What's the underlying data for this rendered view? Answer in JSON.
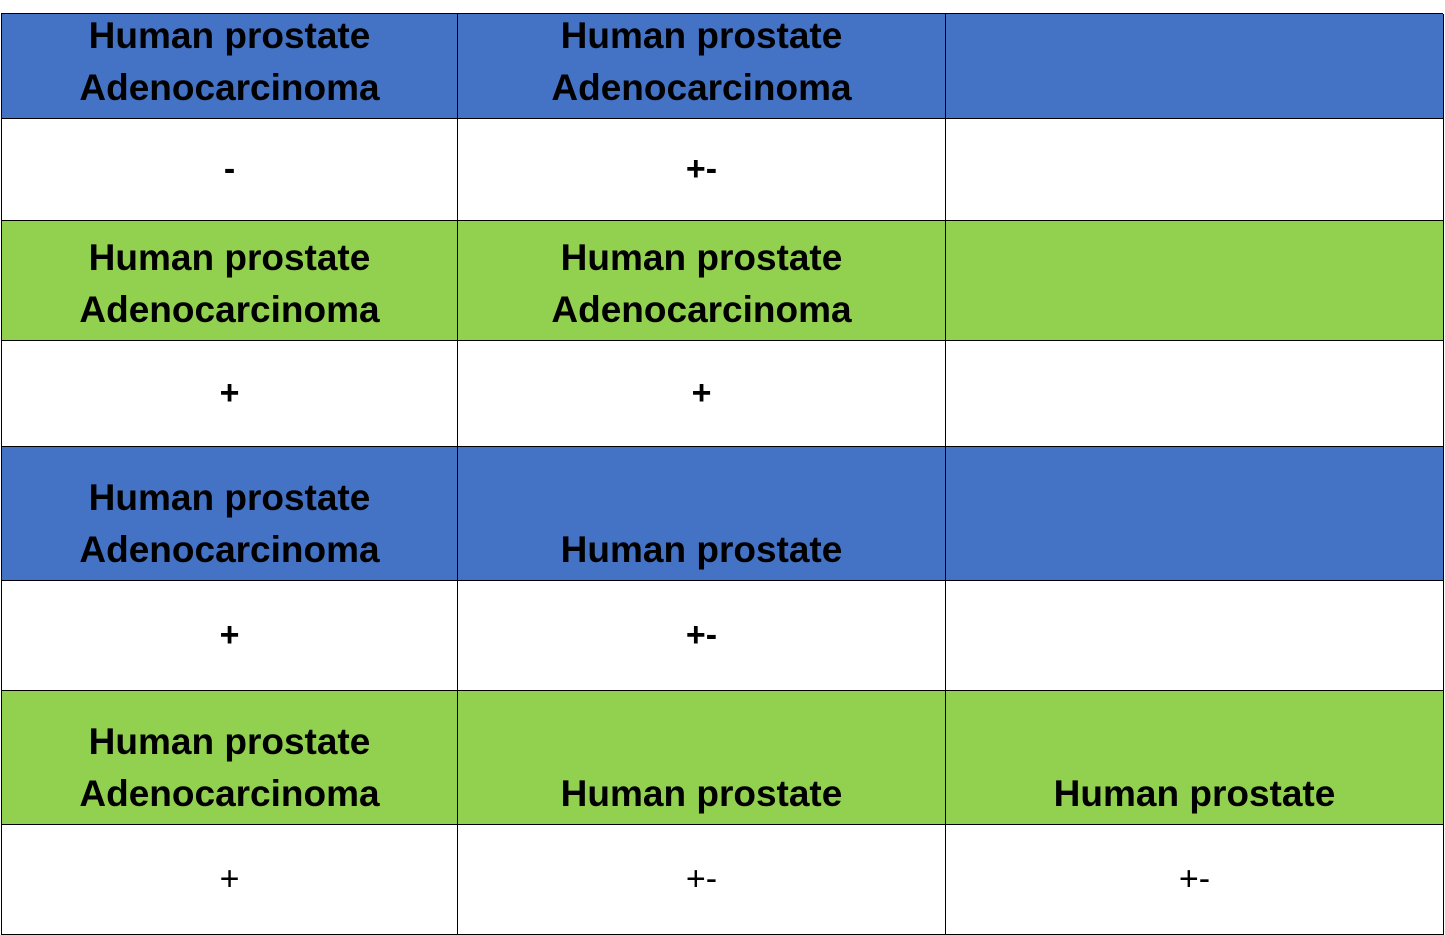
{
  "table": {
    "colors": {
      "blue": "#4472c4",
      "green": "#92d050",
      "white": "#ffffff"
    },
    "rows": [
      {
        "type": "header",
        "color": "blue",
        "cells": [
          {
            "line1": "Human prostate",
            "line2": "Adenocarcinoma"
          },
          {
            "line1": "Human prostate",
            "line2": "Adenocarcinoma"
          },
          {
            "line1": "",
            "line2": ""
          }
        ]
      },
      {
        "type": "values",
        "cells": [
          "-",
          "+-",
          ""
        ]
      },
      {
        "type": "header",
        "color": "green",
        "cells": [
          {
            "line1": "Human prostate",
            "line2": "Adenocarcinoma"
          },
          {
            "line1": "Human prostate",
            "line2": "Adenocarcinoma"
          },
          {
            "line1": "",
            "line2": ""
          }
        ]
      },
      {
        "type": "values",
        "cells": [
          "+",
          "+",
          ""
        ]
      },
      {
        "type": "header",
        "color": "blue",
        "cells": [
          {
            "line1": "Human prostate",
            "line2": "Adenocarcinoma"
          },
          {
            "line1": "",
            "line2": "Human prostate"
          },
          {
            "line1": "",
            "line2": ""
          }
        ]
      },
      {
        "type": "values",
        "cells": [
          "+",
          "+-",
          ""
        ]
      },
      {
        "type": "header",
        "color": "green",
        "cells": [
          {
            "line1": "Human prostate",
            "line2": "Adenocarcinoma"
          },
          {
            "line1": "",
            "line2": "Human prostate"
          },
          {
            "line1": "",
            "line2": "Human prostate"
          }
        ]
      },
      {
        "type": "values",
        "cells": [
          "+",
          "+-",
          "+-"
        ]
      }
    ]
  }
}
